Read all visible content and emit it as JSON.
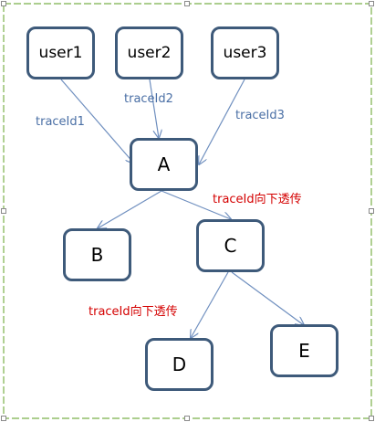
{
  "nodes": {
    "user1": "user1",
    "user2": "user2",
    "user3": "user3",
    "a": "A",
    "b": "B",
    "c": "C",
    "d": "D",
    "e": "E"
  },
  "edge_labels": {
    "traceid1": "traceId1",
    "traceid2": "traceId2",
    "traceid3": "traceId3",
    "pass_down_a_c": "traceId向下透传",
    "pass_down_c_d": "traceId向下透传"
  },
  "colors": {
    "node_border": "#3e5a7a",
    "arrow": "#6f8fbf",
    "label_blue": "#4a6fa5",
    "label_red": "#d40000",
    "frame_dash": "#7bb04a"
  }
}
